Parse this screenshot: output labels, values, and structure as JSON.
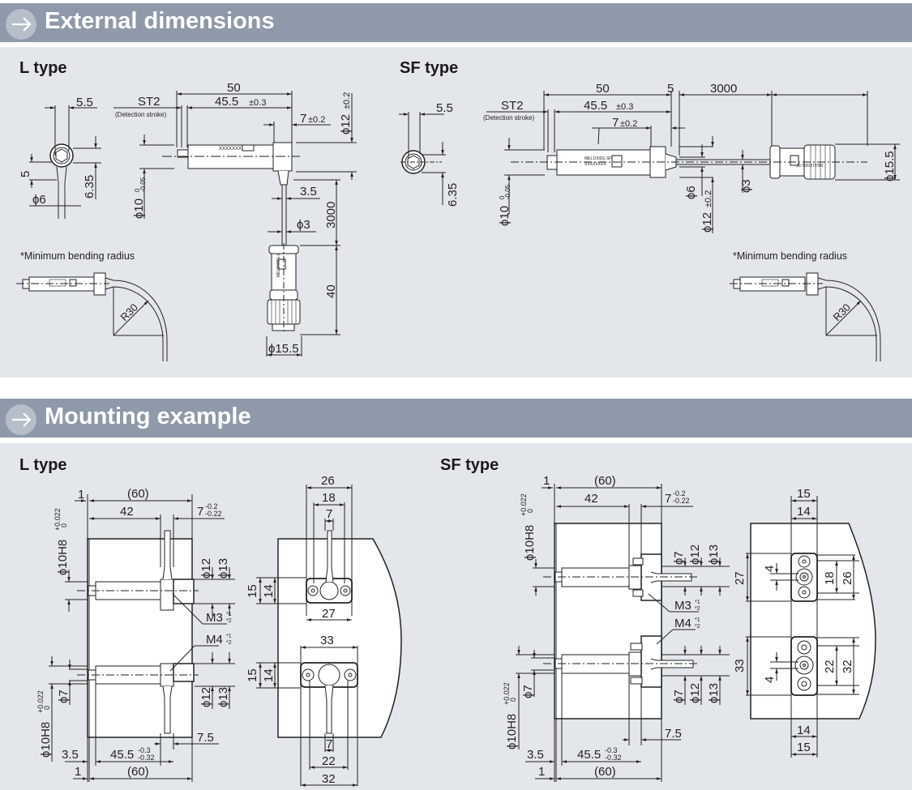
{
  "sections": [
    {
      "title": "External dimensions",
      "icon": "arrow-right-circle-icon",
      "types": [
        {
          "label": "L type",
          "end_view": {
            "dims": [
              "5.5",
              "5",
              "6.35",
              "ϕ6"
            ]
          },
          "side_view": {
            "dims": [
              "50",
              "45.5±0.3",
              "ST2",
              "(Detection stroke)",
              "7±0.2",
              "ϕ12±0.2",
              "ϕ10₀₋₀.₀₅",
              "3.5",
              "ϕ3",
              "3000",
              "40",
              "ϕ15.5"
            ],
            "dim_labels": {
              "d50": "50",
              "d455": "45.5",
              "d455_tol": "±0.3",
              "st2": "ST2",
              "st2_note": "(Detection stroke)",
              "d7": "7",
              "d7_tol": "±0.2",
              "d12": "ϕ12",
              "d12_tol": "±0.2",
              "d10": "ϕ10",
              "d10_tol_top": "0",
              "d10_tol_bot": "-0.05",
              "d35": "3.5",
              "d3": "ϕ3",
              "d3000": "3000",
              "d40": "40",
              "d155": "ϕ15.5"
            },
            "body_marking": "XXXXXXX",
            "connector_marking": "MEL1002G-L"
          },
          "bend_note": "*Minimum bending radius",
          "bend_radius": "R30",
          "end_labels": {
            "d55": "5.5",
            "d5": "5",
            "d635": "6.35",
            "d6": "ϕ6"
          }
        },
        {
          "label": "SF type",
          "end_labels": {
            "d55": "5.5",
            "d635": "6.35"
          },
          "side_view": {
            "dim_labels": {
              "d50": "50",
              "d5": "5",
              "d3000": "3000",
              "st2": "ST2",
              "st2_note": "(Detection stroke)",
              "d455": "45.5",
              "d455_tol": "±0.3",
              "d7": "7",
              "d7_tol": "±0.2",
              "d10": "ϕ10",
              "d10_tol_top": "0",
              "d10_tol_bot": "-0.05",
              "d6": "ϕ6",
              "d12": "ϕ12",
              "d12_tol": "±0.2",
              "d3": "ϕ3",
              "d155": "ϕ15.5"
            },
            "body_marking_1": "MEL1002G-SF",
            "body_marking_2": "XXXXXXXX",
            "connector_marking": "MEL1002G-SF"
          },
          "bend_note": "*Minimum bending radius",
          "bend_radius": "R30"
        }
      ]
    },
    {
      "title": "Mounting example",
      "icon": "arrow-right-circle-icon",
      "types": [
        {
          "label": "L type",
          "side_labels": {
            "d1_top": "1",
            "d60_top": "(60)",
            "d42": "42",
            "d7": "7",
            "d7_tol_top": "-0.2",
            "d7_tol_bot": "-0.22",
            "h10_top": "ϕ10H8",
            "h10_tol_top": "+0.022",
            "h10_tol_bot": "0",
            "d12_top": "ϕ12",
            "d13_top": "ϕ13",
            "m3": "M3",
            "m3_sup": "*1",
            "m3_sub": "*2",
            "m4": "M4",
            "m4_sup": "*1",
            "m4_sub": "*2",
            "d7_phi": "ϕ7",
            "h10_bot": "ϕ10H8",
            "h10b_tol_top": "+0.022",
            "h10b_tol_bot": "0",
            "d12_bot": "ϕ12",
            "d13_bot": "ϕ13",
            "d75": "7.5",
            "d35": "3.5",
            "d455": "45.5",
            "d455_tol_top": "-0.3",
            "d455_tol_bot": "-0.32",
            "d1_bot": "1",
            "d60_bot": "(60)"
          },
          "front_labels": {
            "d26": "26",
            "d18": "18",
            "d7_top": "7",
            "d15_top": "15",
            "d14_top": "14",
            "d27": "27",
            "d33": "33",
            "d15_bot": "15",
            "d14_bot": "14",
            "d7_bot": "7",
            "d22": "22",
            "d32": "32"
          }
        },
        {
          "label": "SF type",
          "side_labels": {
            "d1_top": "1",
            "d60_top": "(60)",
            "d42": "42",
            "d7": "7",
            "d7_tol_top": "-0.2",
            "d7_tol_bot": "-0.22",
            "h10_top": "ϕ10H8",
            "h10_tol_top": "+0.022",
            "h10_tol_bot": "0",
            "d7_top_phi": "ϕ7",
            "d12_top": "ϕ12",
            "d13_top": "ϕ13",
            "m3": "M3",
            "m3_sup": "*1",
            "m3_sub": "*2",
            "m4": "M4",
            "m4_sup": "*1",
            "m4_sub": "*2",
            "d7_phi_left": "ϕ7",
            "h10_bot": "ϕ10H8",
            "h10b_tol_top": "+0.022",
            "h10b_tol_bot": "0",
            "d7_bot_phi": "ϕ7",
            "d12_bot": "ϕ12",
            "d13_bot": "ϕ13",
            "d75": "7.5",
            "d35": "3.5",
            "d455": "45.5",
            "d455_tol_top": "-0.3",
            "d455_tol_bot": "-0.32",
            "d1_bot": "1",
            "d60_bot": "(60)"
          },
          "front_labels": {
            "d15_top": "15",
            "d14_top": "14",
            "d27": "27",
            "d4_top": "4",
            "d18": "18",
            "d26": "26",
            "d33": "33",
            "d4_bot": "4",
            "d22": "22",
            "d32": "32",
            "d14_bot": "14",
            "d15_bot": "15"
          }
        }
      ]
    }
  ]
}
